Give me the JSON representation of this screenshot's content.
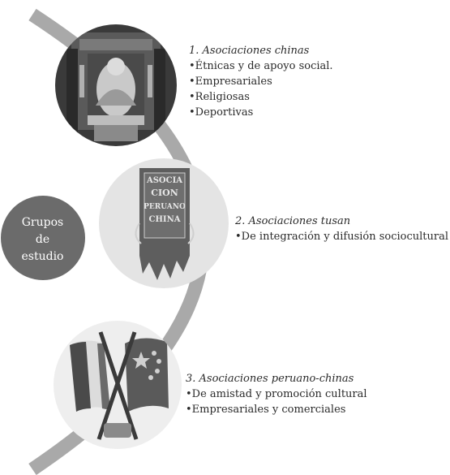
{
  "center": {
    "lines": [
      "Grupos",
      "de",
      "estudio"
    ]
  },
  "groups": [
    {
      "title": "1. Asociaciones chinas",
      "items": [
        "Étnicas y de apoyo social.",
        "Empresariales",
        "Religiosas",
        "Deportivas"
      ]
    },
    {
      "title": "2. Asociaciones tusan",
      "items": [
        "De integración y difusión sociocultural"
      ]
    },
    {
      "title": "3. Asociaciones peruano-chinas",
      "items": [
        "De amistad y promoción cultural",
        "Empresariales y comerciales"
      ]
    }
  ],
  "photos": {
    "banner_text": [
      "ASOCIA",
      "CION",
      "PERUANO",
      "CHINA"
    ]
  },
  "colors": {
    "arc": "#a9a9a9",
    "center_circle": "#6b6b6b",
    "text": "#2a2a2a"
  }
}
